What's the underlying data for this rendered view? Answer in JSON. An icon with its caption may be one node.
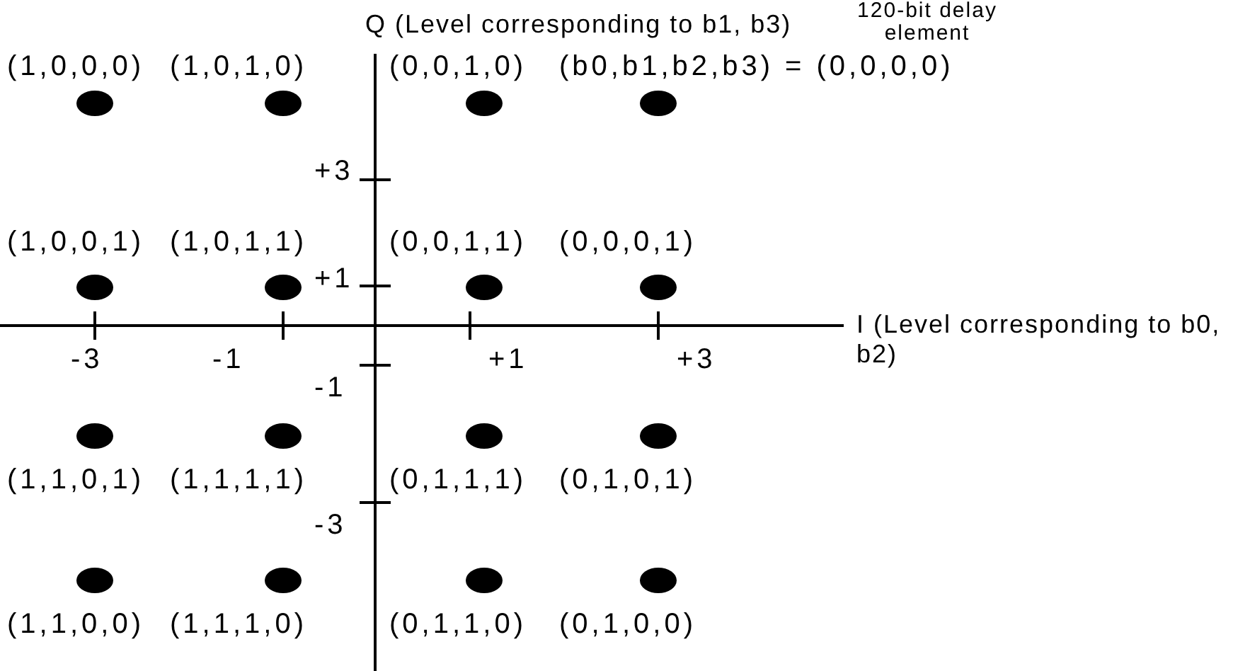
{
  "diagram": {
    "labels": [
      "Q (Level corresponding to b1, b3)",
      "120-bit delay element",
      "(1,0,0,0)",
      "(1,0,1,0)",
      "(0,0,1,0)",
      "(b0,b1,b2,b3)  = (0,0,0,0)",
      "+3",
      "(1,0,0,1)",
      "(1,0,1,1)",
      "(0,0,1,1)",
      "(0,0,0,1)",
      "+1",
      "I  (Level corresponding to b0, b2)",
      "-3",
      "-1",
      "+1",
      "+3",
      "-1",
      "(1,1,0,1)",
      "(1,1,1,1)",
      "(0,1,1,1)",
      "(0,1,0,1)",
      "-3",
      "(1,1,0,0)",
      "(1,1,1,0)",
      "(0,1,1,0)",
      "(0,1,0,0)"
    ]
  }
}
